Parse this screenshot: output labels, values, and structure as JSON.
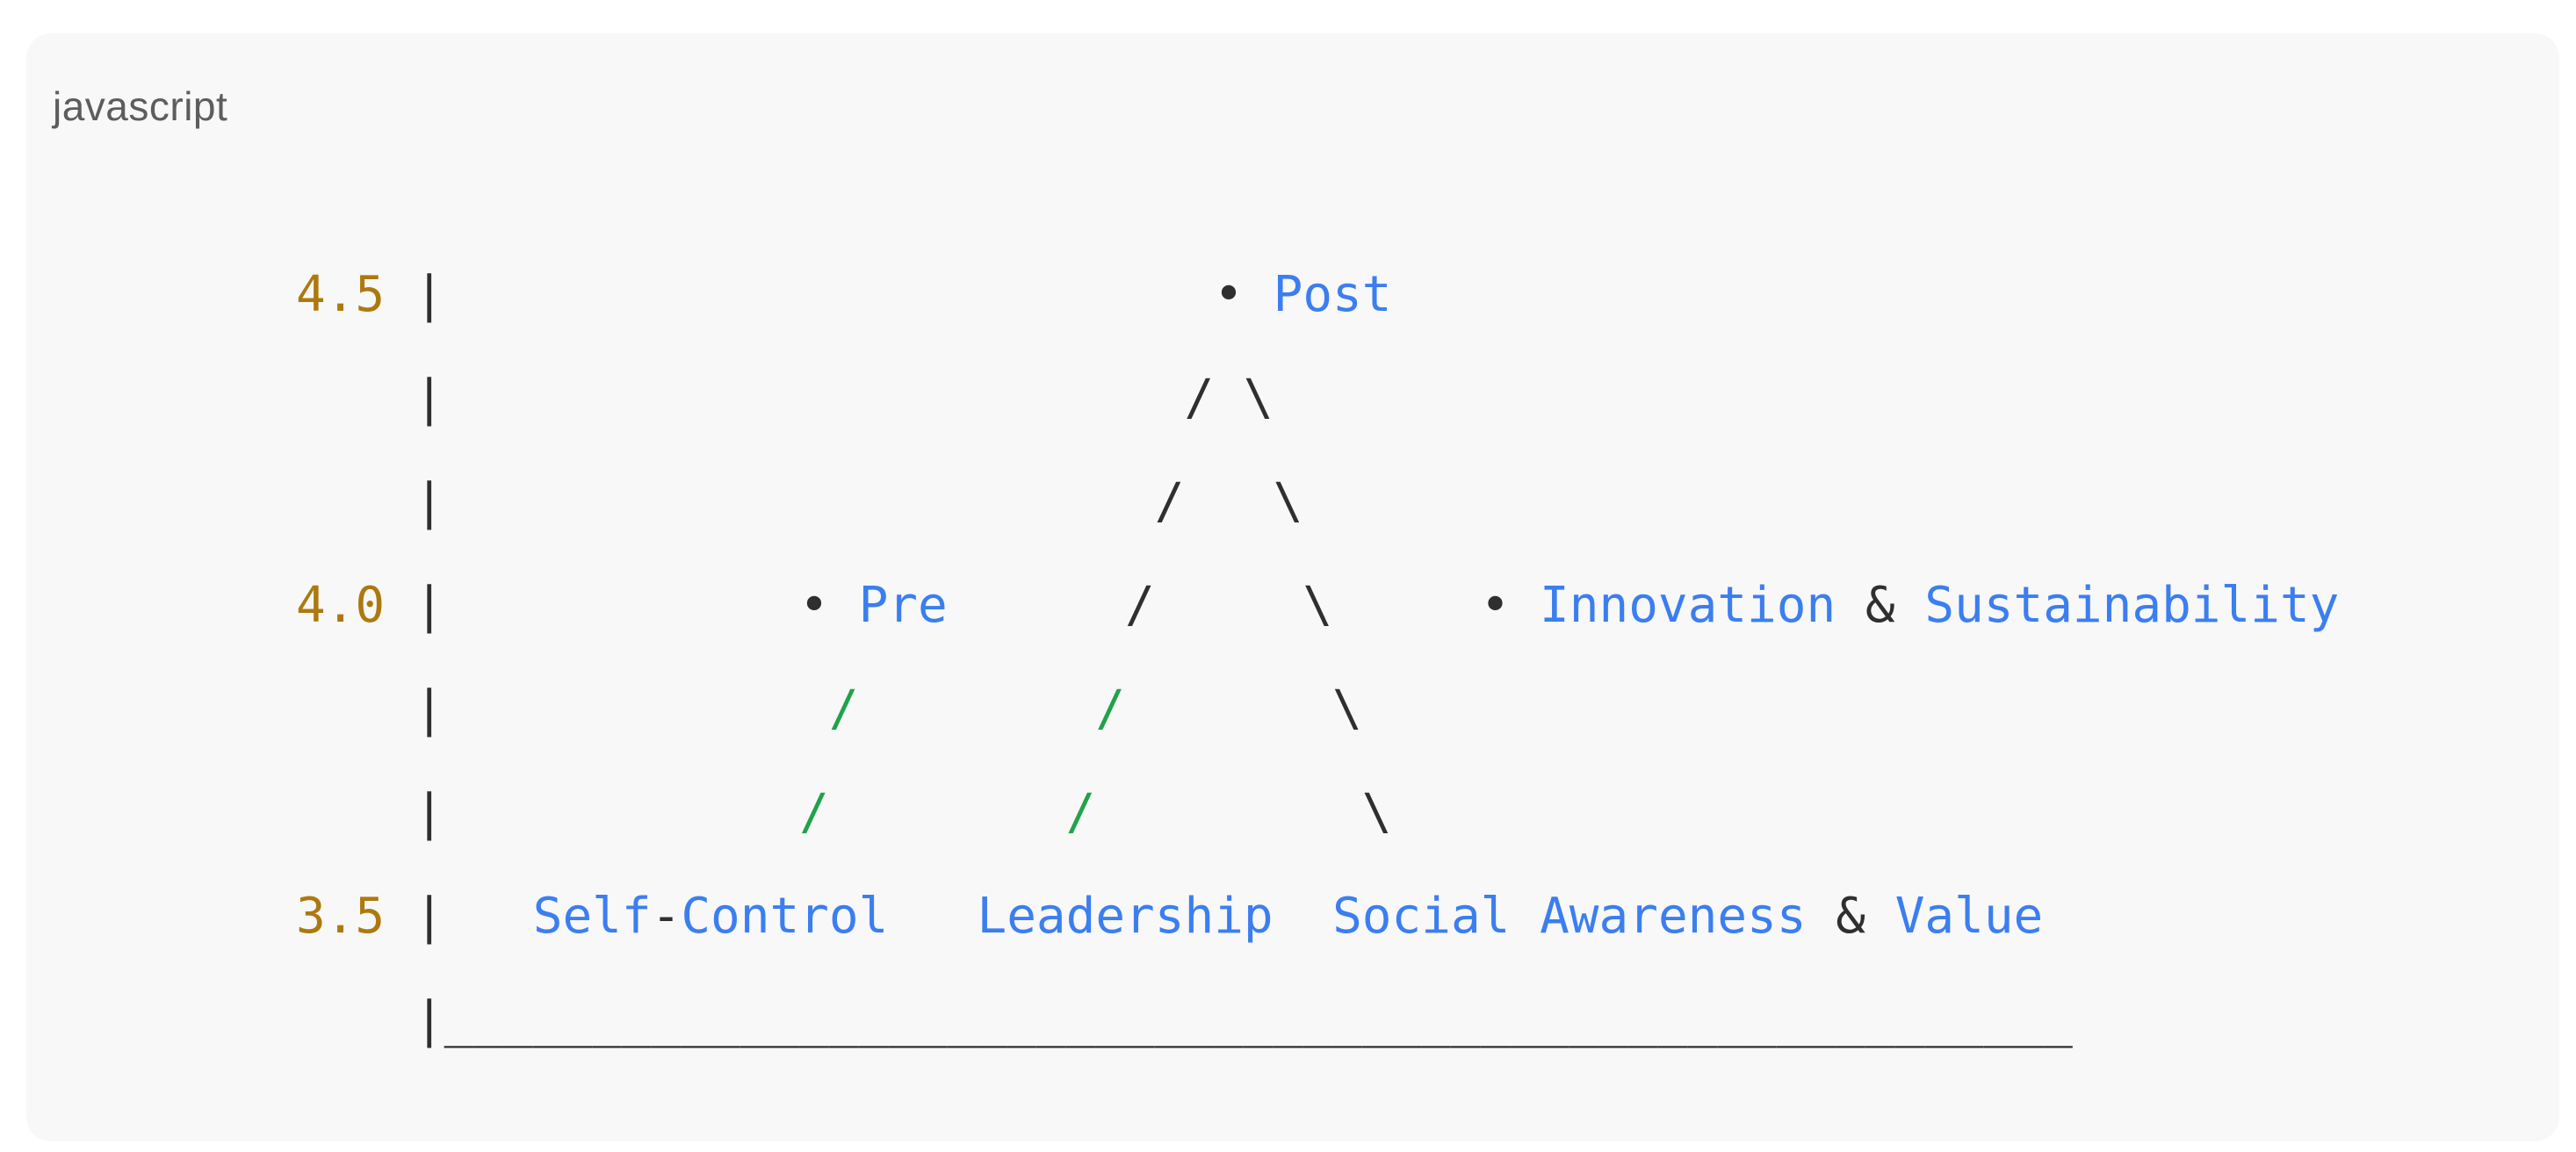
{
  "code_block": {
    "language_label": "javascript",
    "colors": {
      "bg": "#f8f8f8",
      "lang": "#5d5d5d",
      "def": "#2f2f2f",
      "num": "#ad790f",
      "blue": "#3b7ef0",
      "green": "#1fa34a"
    },
    "lines": [
      [
        {
          "t": "4.5",
          "c": "num"
        },
        {
          "t": " |                          • ",
          "c": "def"
        },
        {
          "t": "Post",
          "c": "blue"
        }
      ],
      [
        {
          "t": "    |                         / \\",
          "c": "def"
        }
      ],
      [
        {
          "t": "    |                        /   \\",
          "c": "def"
        }
      ],
      [
        {
          "t": "4.0",
          "c": "num"
        },
        {
          "t": " |            • ",
          "c": "def"
        },
        {
          "t": "Pre",
          "c": "blue"
        },
        {
          "t": "      /     \\     • ",
          "c": "def"
        },
        {
          "t": "Innovation",
          "c": "blue"
        },
        {
          "t": " & ",
          "c": "def"
        },
        {
          "t": "Sustainability",
          "c": "blue"
        }
      ],
      [
        {
          "t": "    |             ",
          "c": "def"
        },
        {
          "t": "/",
          "c": "green"
        },
        {
          "t": "        ",
          "c": "def"
        },
        {
          "t": "/",
          "c": "green"
        },
        {
          "t": "       ",
          "c": "def"
        },
        {
          "t": "\\",
          "c": "def"
        }
      ],
      [
        {
          "t": "    |            ",
          "c": "def"
        },
        {
          "t": "/",
          "c": "green"
        },
        {
          "t": "        ",
          "c": "def"
        },
        {
          "t": "/",
          "c": "green"
        },
        {
          "t": "         ",
          "c": "def"
        },
        {
          "t": "\\",
          "c": "def"
        }
      ],
      [
        {
          "t": "3.5",
          "c": "num"
        },
        {
          "t": " |   ",
          "c": "def"
        },
        {
          "t": "Self",
          "c": "blue"
        },
        {
          "t": "-",
          "c": "def"
        },
        {
          "t": "Control",
          "c": "blue"
        },
        {
          "t": "   ",
          "c": "def"
        },
        {
          "t": "Leadership",
          "c": "blue"
        },
        {
          "t": "  ",
          "c": "def"
        },
        {
          "t": "Social",
          "c": "blue"
        },
        {
          "t": " ",
          "c": "def"
        },
        {
          "t": "Awareness",
          "c": "blue"
        },
        {
          "t": " & ",
          "c": "def"
        },
        {
          "t": "Value",
          "c": "blue"
        }
      ],
      [
        {
          "t": "    |_______________________________________________________",
          "c": "def"
        }
      ]
    ]
  },
  "chart_data": {
    "type": "scatter",
    "title": "",
    "xlabel": "",
    "ylabel": "",
    "ylim": [
      3.5,
      4.5
    ],
    "yticks": [
      "4.5",
      "4.0",
      "3.5"
    ],
    "points": [
      {
        "label": "Post",
        "value": 4.5
      },
      {
        "label": "Pre",
        "value": 4.0
      },
      {
        "label": "Innovation & Sustainability",
        "value": 4.0
      }
    ],
    "baseline_labels": [
      {
        "label": "Self-Control",
        "value": 3.5
      },
      {
        "label": "Leadership",
        "value": 3.5
      },
      {
        "label": "Social Awareness & Value",
        "value": 3.5
      }
    ],
    "connections": [
      [
        "Self-Control",
        "Pre"
      ],
      [
        "Leadership",
        "Post"
      ],
      [
        "Post",
        "Social Awareness & Value"
      ]
    ],
    "legend": "none",
    "grid": false
  }
}
